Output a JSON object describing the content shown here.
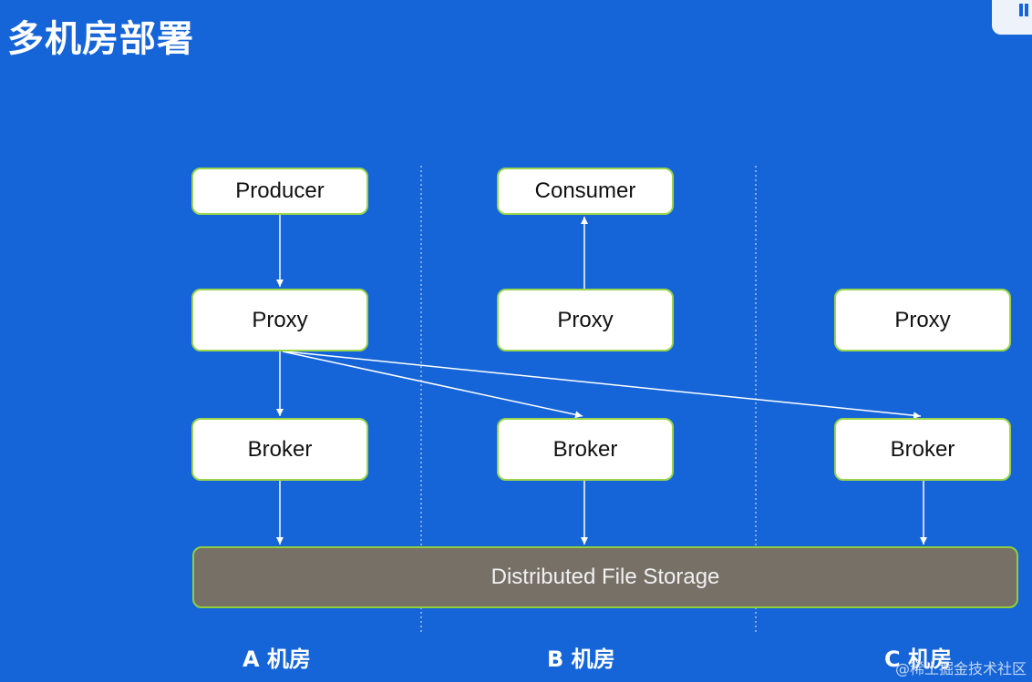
{
  "title": "多机房部署",
  "nodes": {
    "producer": "Producer",
    "consumer": "Consumer",
    "proxy_a": "Proxy",
    "proxy_b": "Proxy",
    "proxy_c": "Proxy",
    "broker_a": "Broker",
    "broker_b": "Broker",
    "broker_c": "Broker"
  },
  "storage": "Distributed File Storage",
  "rooms": {
    "a": "A 机房",
    "b": "B 机房",
    "c": "C 机房"
  },
  "watermark": "@稀土掘金技术社区",
  "colors": {
    "background": "#1565D8",
    "node_border": "#9bd64a",
    "storage_fill": "#767066"
  }
}
